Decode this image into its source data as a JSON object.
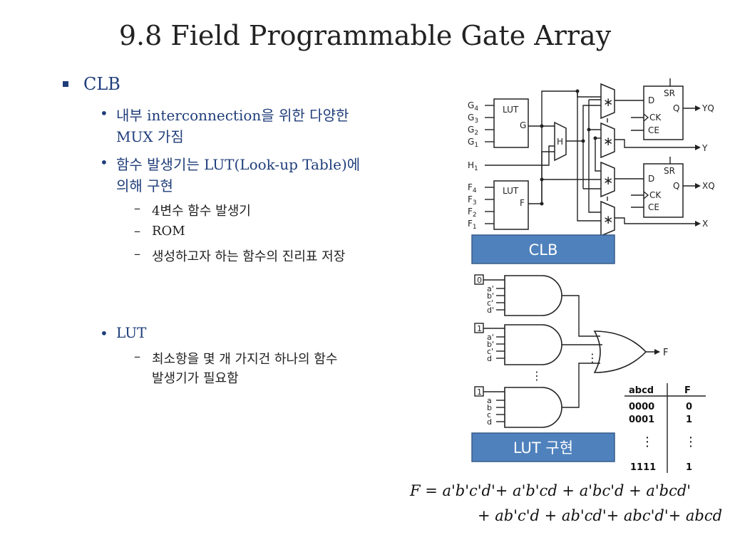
{
  "slide": {
    "title": "9.8 Field Programmable Gate Array",
    "bullets": {
      "clb": "CLB",
      "b1_line1": "내부 interconnection을 위한 다양한",
      "b1_line2": "MUX 가짐",
      "b2_line1": "함수 발생기는 LUT(Look-up Table)에",
      "b2_line2": "의해 구현",
      "s1": "4변수 함수 발생기",
      "s2": "ROM",
      "s3": "생성하고자 하는 함수의 진리표 저장",
      "lut": "LUT",
      "s4_line1": "최소항을 몇 개 가지건 하나의 함수",
      "s4_line2": "발생기가 필요함"
    }
  },
  "clb_diagram": {
    "inputs_g": [
      "G",
      "G",
      "G",
      "G"
    ],
    "inputs_g_sub": [
      "4",
      "3",
      "2",
      "1"
    ],
    "inputs_f": [
      "F",
      "F",
      "F",
      "F"
    ],
    "inputs_f_sub": [
      "4",
      "3",
      "2",
      "1"
    ],
    "h1": "H",
    "h1_sub": "1",
    "lut_label": "LUT",
    "g_out": "G",
    "f_out": "F",
    "h_box": "H",
    "mux_symbol": "∗",
    "ff_sr": "SR",
    "ff_d": "D",
    "ff_q": "Q",
    "ff_ck": "CK",
    "ff_ce": "CE",
    "out_yq": "YQ",
    "out_y": "Y",
    "out_xq": "XQ",
    "out_x": "X",
    "caption": "CLB",
    "caption_color": "#4f81bd"
  },
  "lut_diagram": {
    "gate1_const": "0",
    "gate1_inputs": [
      "a'",
      "b'",
      "c'",
      "d'"
    ],
    "gate2_const": "1",
    "gate2_inputs": [
      "a'",
      "b'",
      "c'",
      "d"
    ],
    "gate3_const": "1",
    "gate3_inputs": [
      "a",
      "b",
      "c",
      "d"
    ],
    "output": "F",
    "caption": "LUT 구현",
    "truth_table": {
      "headers": [
        "abcd",
        "F"
      ],
      "rows": [
        [
          "0000",
          "0"
        ],
        [
          "0001",
          "1"
        ],
        [
          "⋮",
          "⋮"
        ],
        [
          "1111",
          "1"
        ]
      ]
    }
  },
  "equation": {
    "line1": "F = a'b'c'd'+ a'b'cd + a'bc'd + a'bcd'",
    "line2": "+ ab'c'd + ab'cd'+ abc'd'+ abcd"
  }
}
